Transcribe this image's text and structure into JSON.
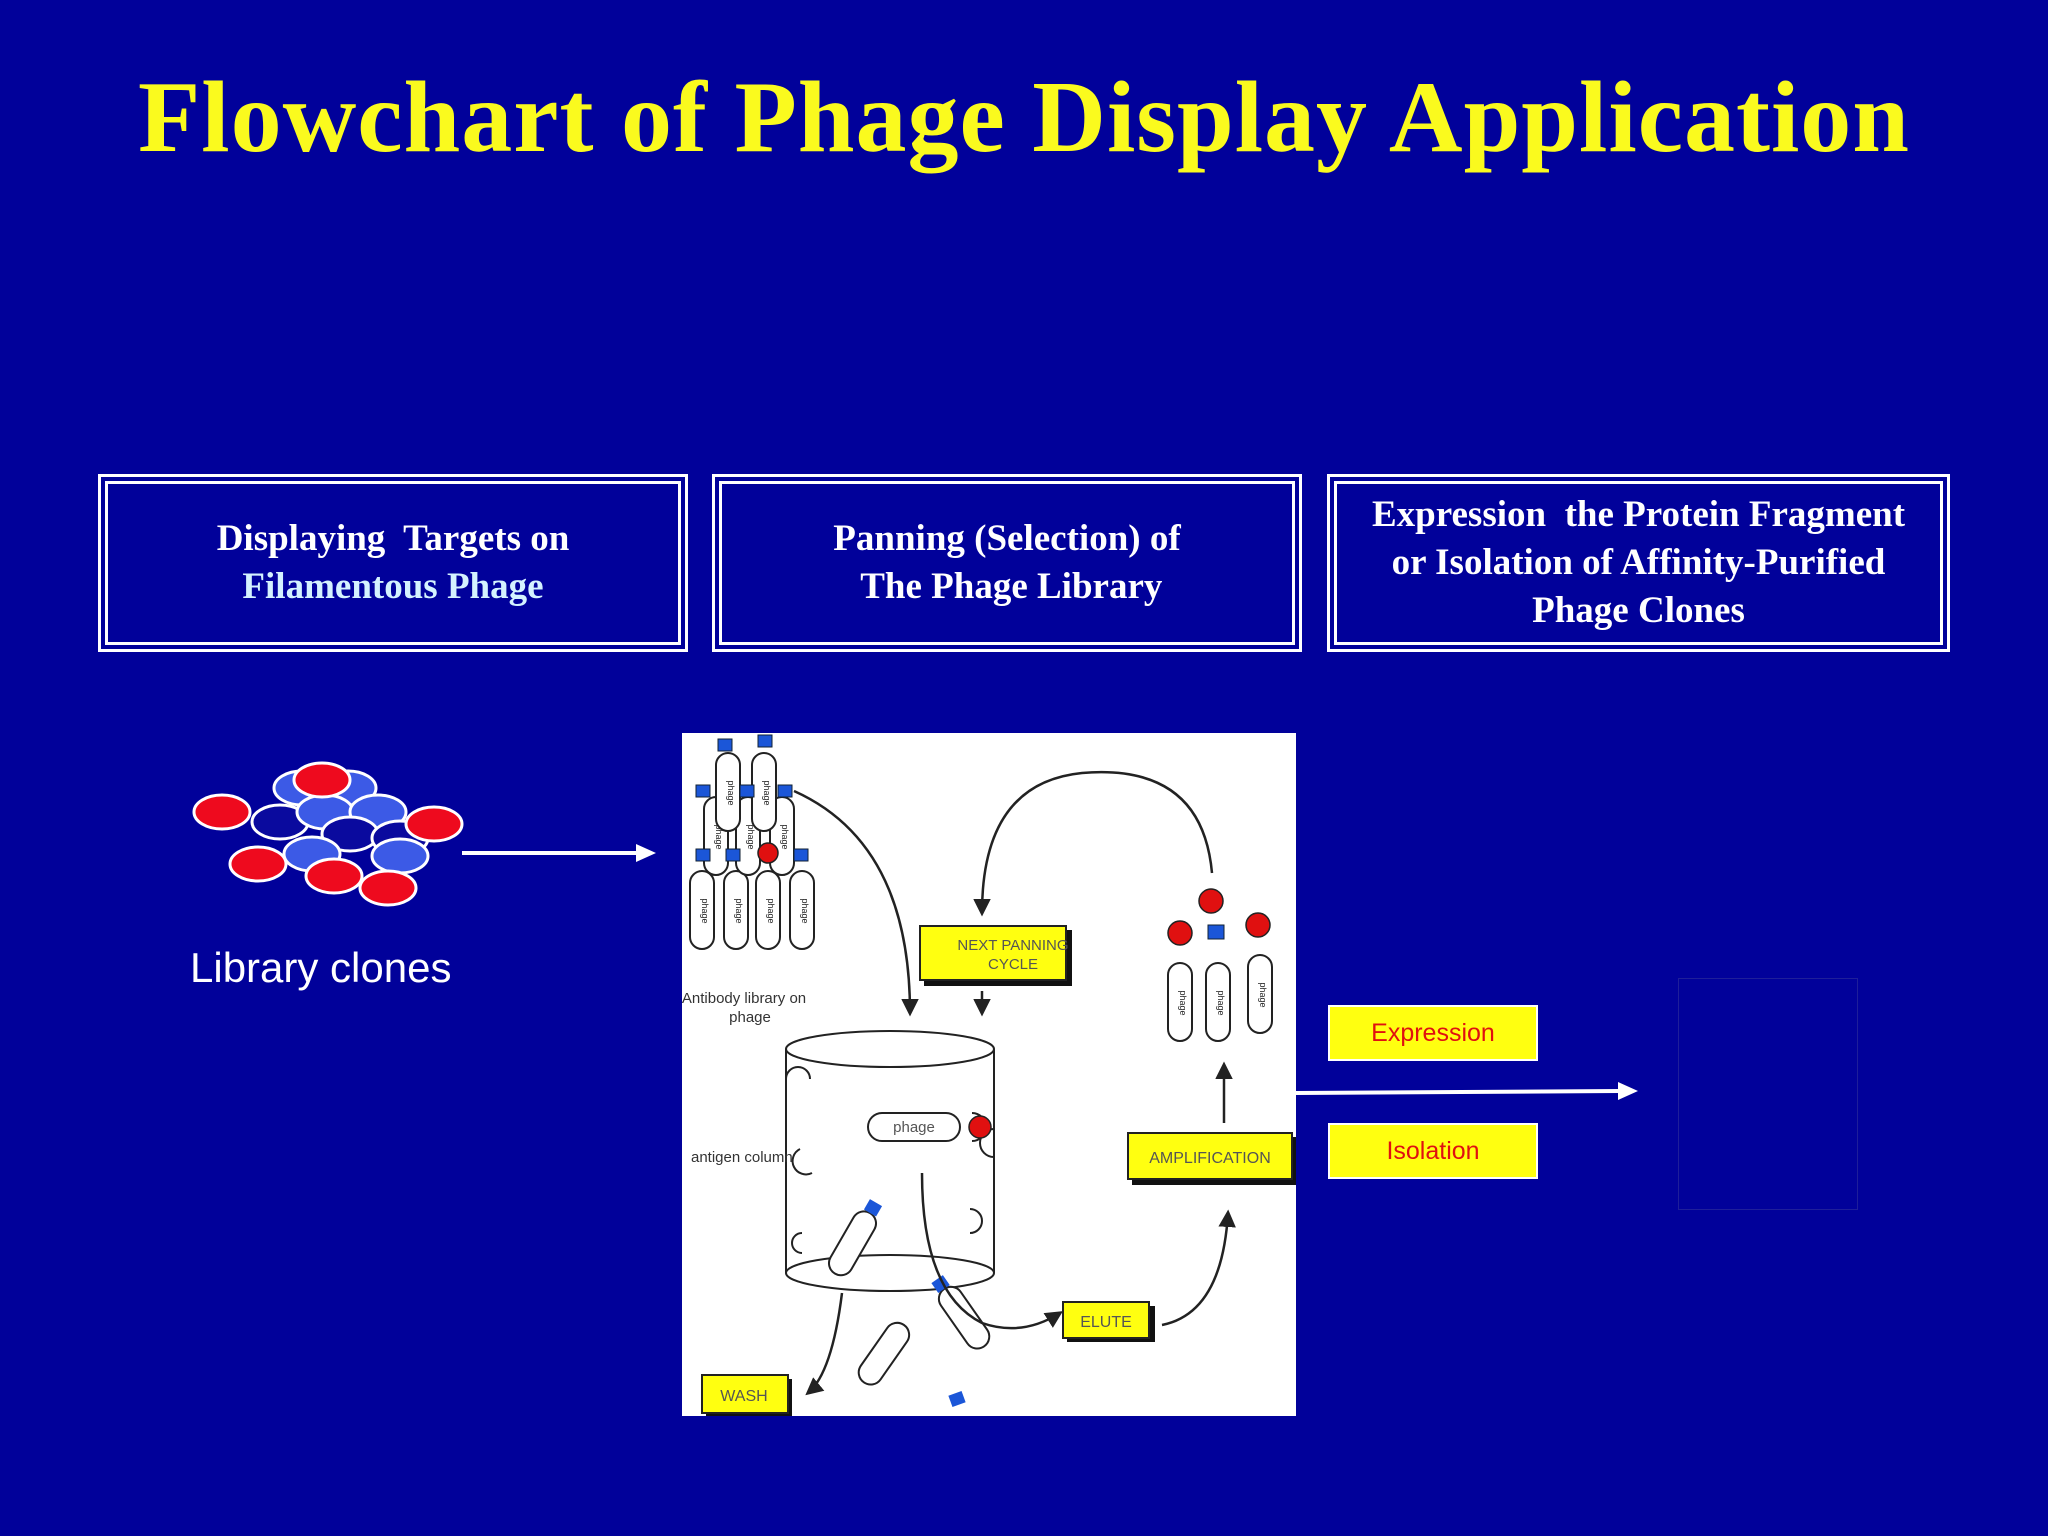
{
  "title": "Flowchart of Phage Display Application",
  "stages": [
    {
      "lines": [
        "Displaying  Targets on",
        "Filamentous Phage"
      ]
    },
    {
      "lines": [
        "Panning (Selection) of",
        " The Phage Library"
      ]
    },
    {
      "lines": [
        "Expression  the Protein Fragment",
        "or Isolation of Affinity-Purified",
        "Phage Clones"
      ]
    }
  ],
  "library_label": "Library clones",
  "panel": {
    "next_panning": [
      "NEXT PANNING",
      "CYCLE"
    ],
    "antibody_library": [
      "Antibody library on",
      "phage"
    ],
    "antigen_column": "antigen column",
    "phage": "phage",
    "amplification": "AMPLIFICATION",
    "elute": "ELUTE",
    "wash": "WASH"
  },
  "outputs": {
    "expression": "Expression",
    "isolation": "Isolation"
  },
  "colors": {
    "background": "#01019a",
    "title": "#fafa1e",
    "label_box": "#ffff10",
    "label_text": "#e01010",
    "clone_red": "#ee0a1e",
    "clone_blue": "#3c5ae6"
  }
}
